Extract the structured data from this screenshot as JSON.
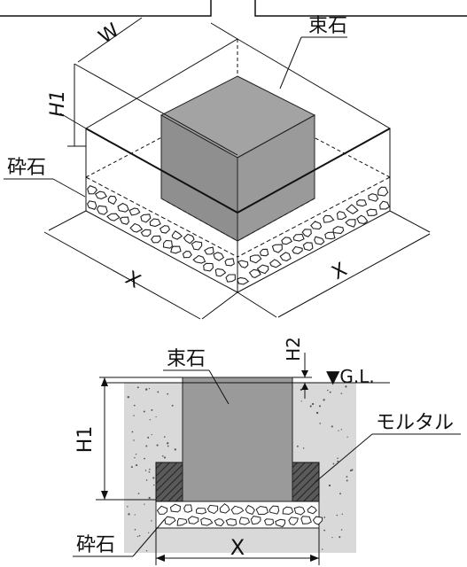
{
  "iso": {
    "foundation_stone_label": "束石",
    "gravel_label": "砕石",
    "dim_w": "W",
    "dim_h1": "H1",
    "dim_x_left": "X",
    "dim_x_right": "X"
  },
  "section": {
    "foundation_stone_label": "束石",
    "dim_h2": "H2",
    "ground_level_label": "▼G.L.",
    "dim_h1": "H1",
    "mortar_label": "モルタル",
    "gravel_label": "砕石",
    "dim_x": "X"
  },
  "colors": {
    "stone": "#9a9a9a",
    "soil": "#d9d9d9",
    "mortar": "#5a5a5a",
    "line": "#111111"
  }
}
